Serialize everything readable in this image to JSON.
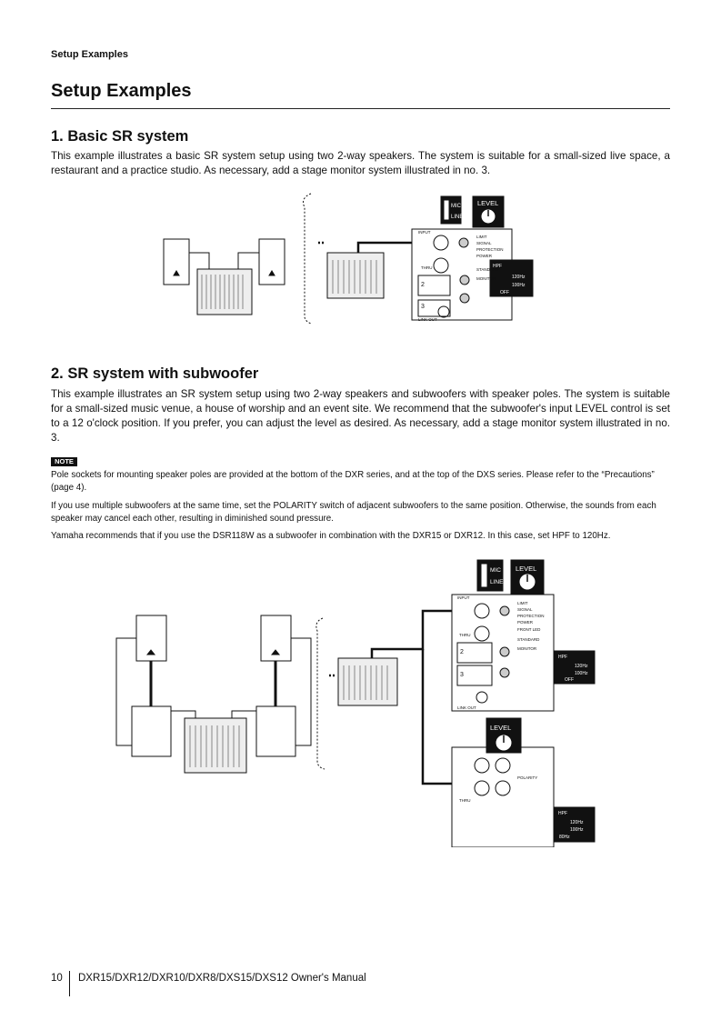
{
  "running_head": "Setup Examples",
  "page_title": "Setup Examples",
  "sections": [
    {
      "heading": "1. Basic SR system",
      "body": "This example illustrates a basic SR system setup using two 2-way speakers. The system is suitable for a small-sized live space, a restaurant and a practice studio. As necessary, add a stage monitor system illustrated in no. 3."
    },
    {
      "heading": "2. SR system with subwoofer",
      "body": "This example illustrates an SR system setup using two 2-way speakers and subwoofers with speaker poles. The system is suitable for a small-sized music venue, a house of worship and an event site. We recommend that the subwoofer's input LEVEL control is set to a 12 o'clock position. If you prefer, you can adjust the level as desired. As necessary, add a stage monitor system illustrated in no. 3."
    }
  ],
  "note": {
    "badge": "NOTE",
    "items": [
      "Pole sockets for mounting speaker poles are provided at the bottom of the DXR series, and at the top of the DXS series. Please refer to the “Precautions” (page 4).",
      "If you use multiple subwoofers at the same time, set the POLARITY switch of adjacent subwoofers to the same position. Otherwise, the sounds from each speaker may cancel each other, resulting in diminished sound pressure.",
      "Yamaha recommends that if you use the DSR118W as a subwoofer in combination with the DXR15 or DXR12. In this case, set HPF to 120Hz."
    ]
  },
  "diagram_labels": {
    "mic": "MIC",
    "line": "LINE",
    "level": "LEVEL",
    "hpf": "HPF",
    "off": "OFF",
    "hz120": "120Hz",
    "hz100": "100Hz",
    "hz80": "80Hz",
    "thru": "THRU",
    "ch2": "2",
    "ch3": "3",
    "input": "INPUT",
    "link_out": "LINK OUT",
    "led_limit": "LIMIT",
    "led_signal": "SIGNAL",
    "led_protection": "PROTECTION",
    "led_power": "POWER",
    "front_led": "FRONT LED",
    "standard": "STANDARD",
    "monitor": "MONITOR",
    "polarity": "POLARITY"
  },
  "footer": {
    "page_number": "10",
    "manual_title": "DXR15/DXR12/DXR10/DXR8/DXS15/DXS12 Owner's Manual"
  }
}
